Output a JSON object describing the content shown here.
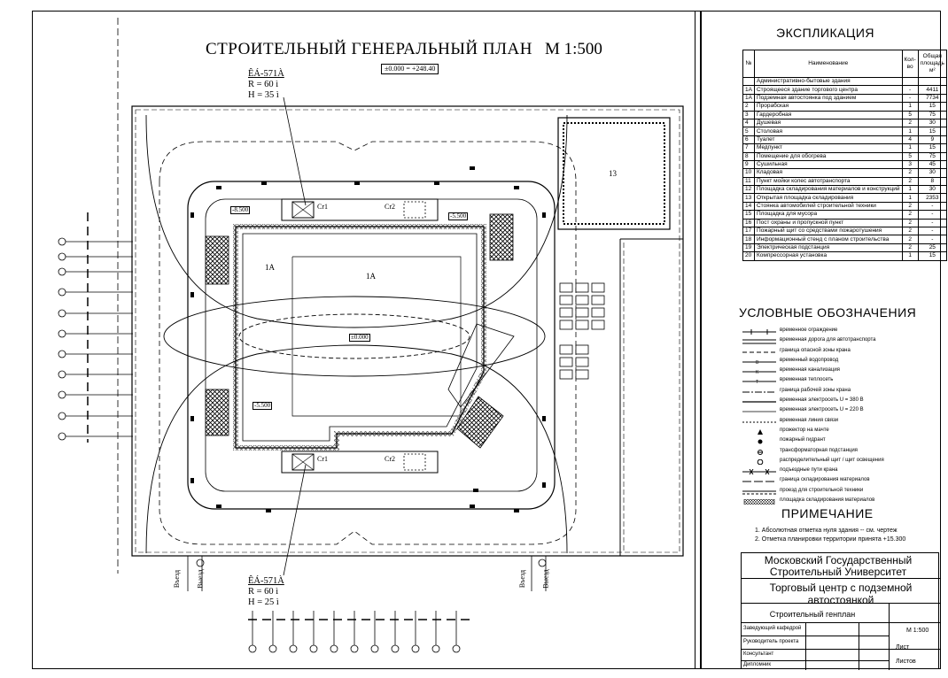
{
  "title": "СТРОИТЕЛЬНЫЙ ГЕНЕРАЛЬНЫЙ ПЛАН",
  "scale": "М 1:500",
  "zero_elevation": "±0.000 = +248.40",
  "crane_top": {
    "model": "ÊÁ-571À",
    "reach": "R = 60 ì",
    "height": "H = 35 ì"
  },
  "crane_bottom": {
    "model": "ÊÁ-571À",
    "reach": "R = 60 ì",
    "height": "H = 25 ì"
  },
  "plan_labels": {
    "building_1a_left": "1A",
    "building_1a_center": "1A",
    "zone_13": "13",
    "crane1_top": "Cr1",
    "crane2_top": "Cr2",
    "crane1_bottom": "Cr1",
    "crane2_bottom": "Cr2",
    "elev_left": "-8.500",
    "elev_right": "-5.500",
    "elev_lower": "-5.500",
    "elev_center": "±0.000"
  },
  "entrances": [
    "Въезд",
    "Выезд",
    "Въезд",
    "Выезд"
  ],
  "explication": {
    "title": "ЭКСПЛИКАЦИЯ",
    "headers": {
      "num": "№",
      "name": "Наименование",
      "count": "Кол-во",
      "area": "Общая площадь м²"
    },
    "rows": [
      {
        "n": "",
        "name": "Административно-бытовые здания",
        "c": "",
        "a": ""
      },
      {
        "n": "1А",
        "name": "Строящееся здание торгового центра",
        "c": "-",
        "a": "4411"
      },
      {
        "n": "1А",
        "name": "Подземная автостоянка под зданием",
        "c": "-",
        "a": "7734"
      },
      {
        "n": "2",
        "name": "Прорабская",
        "c": "1",
        "a": "15"
      },
      {
        "n": "3",
        "name": "Гардеробная",
        "c": "5",
        "a": "75"
      },
      {
        "n": "4",
        "name": "Душевая",
        "c": "2",
        "a": "30"
      },
      {
        "n": "5",
        "name": "Столовая",
        "c": "1",
        "a": "15"
      },
      {
        "n": "6",
        "name": "Туалет",
        "c": "4",
        "a": "9"
      },
      {
        "n": "7",
        "name": "Медпункт",
        "c": "1",
        "a": "15"
      },
      {
        "n": "8",
        "name": "Помещение для обогрева",
        "c": "5",
        "a": "75"
      },
      {
        "n": "9",
        "name": "Сушильная",
        "c": "3",
        "a": "45"
      },
      {
        "n": "10",
        "name": "Кладовая",
        "c": "2",
        "a": "30"
      },
      {
        "n": "11",
        "name": "Пункт мойки колес автотранспорта",
        "c": "2",
        "a": "8"
      },
      {
        "n": "12",
        "name": "Площадка складирования материалов и конструкций",
        "c": "1",
        "a": "30"
      },
      {
        "n": "13",
        "name": "Открытая площадка складирования",
        "c": "1",
        "a": "2353"
      },
      {
        "n": "14",
        "name": "Стоянка автомобилей строительной техники",
        "c": "2",
        "a": "-"
      },
      {
        "n": "15",
        "name": "Площадка для мусора",
        "c": "2",
        "a": "-"
      },
      {
        "n": "16",
        "name": "Пост охраны и пропускной пункт",
        "c": "2",
        "a": "-"
      },
      {
        "n": "17",
        "name": "Пожарный щит со средствами пожаротушения",
        "c": "2",
        "a": "-"
      },
      {
        "n": "18",
        "name": "Информационный стенд с планом строительства",
        "c": "2",
        "a": "-"
      },
      {
        "n": "19",
        "name": "Электрическая подстанция",
        "c": "2",
        "a": "25"
      },
      {
        "n": "20",
        "name": "Компрессорная установка",
        "c": "1",
        "a": "15"
      }
    ]
  },
  "legend": {
    "title": "УСЛОВНЫЕ ОБОЗНАЧЕНИЯ",
    "items": [
      "временное ограждение",
      "временная дорога для автотранспорта",
      "граница опасной зоны крана",
      "временный водопровод",
      "временная канализация",
      "временная теплосеть",
      "граница рабочей зоны крана",
      "временная электросеть U = 380 В",
      "временная электросеть U = 220 В",
      "временная линия связи",
      "прожектор на мачте",
      "пожарный гидрант",
      "трансформаторная подстанция",
      "распределительный щит / щит освещения",
      "подъездные пути крана",
      "граница складирования материалов",
      "проезд для строительной техники",
      "площадка складирования материалов"
    ]
  },
  "notes": {
    "title": "ПРИМЕЧАНИЕ",
    "items": [
      "1. Абсолютная отметка нуля здания -- см. чертеж",
      "2. Отметка планировки территории принята +15.300"
    ]
  },
  "stamp": {
    "university_line1": "Московский Государственный",
    "university_line2": "Строительный Университет",
    "project": "Торговый центр с подземной автостоянкой",
    "sheet": "Строительный генплан",
    "scale": "М 1:500",
    "rows": [
      "Заведующий кафедрой",
      "Руководитель проекта",
      "Консультант",
      "Дипломник"
    ],
    "sheet_label": "Лист",
    "sheets_label": "Листов"
  }
}
